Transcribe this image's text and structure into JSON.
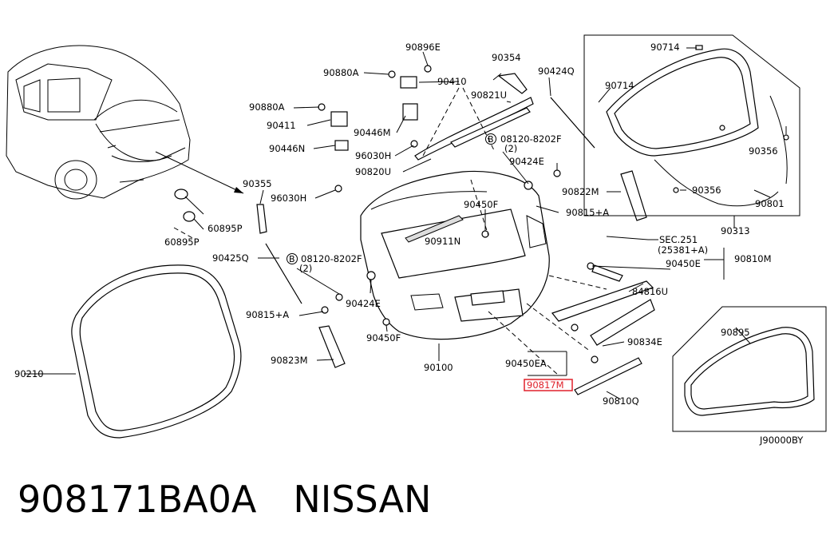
{
  "diagram_code": "J90000BY",
  "highlighted_part": "90817M",
  "footer": {
    "part_number": "908171BA0A",
    "brand": "NISSAN"
  },
  "labels": {
    "l90896E": "90896E",
    "l90354": "90354",
    "l90880A_top": "90880A",
    "l90410": "90410",
    "l90424Q": "90424Q",
    "l90714_a": "90714",
    "l90714_b": "90714",
    "l90880A": "90880A",
    "l90821U": "90821U",
    "l90411": "90411",
    "l90446M_r": "90446M",
    "l08120_8202F_a": "08120-8202F",
    "l2_a": "(2)",
    "l90446N": "90446N",
    "l96030H_r": "96030H",
    "l90424E_r": "90424E",
    "l90820U": "90820U",
    "l90356_a": "90356",
    "l90355": "90355",
    "l96030H": "96030H",
    "l90822M": "90822M",
    "l90450F_top": "90450F",
    "l90815A_r": "90815+A",
    "l90356_b": "90356",
    "l90801": "90801",
    "l60895P_a": "60895P",
    "l60895P_b": "60895P",
    "l90911N": "90911N",
    "l90313": "90313",
    "lSEC251": "SEC.251",
    "l25381A": "(25381+A)",
    "l90450E": "90450E",
    "l90810M": "90810M",
    "l90425Q": "90425Q",
    "l08120_8202F_b": "08120-8202F",
    "l2_b": "(2)",
    "l84816U": "84816U",
    "l90424E": "90424E",
    "l90815A": "90815+A",
    "l90450F": "90450F",
    "l90834E": "90834E",
    "l90895": "90895",
    "l90823M": "90823M",
    "l90100": "90100",
    "l90450EA": "90450EA",
    "l90210": "90210",
    "l90810Q": "90810Q",
    "circle_b": "B"
  },
  "colors": {
    "highlight": "#e0202a",
    "ink": "#000000",
    "background": "#ffffff"
  }
}
